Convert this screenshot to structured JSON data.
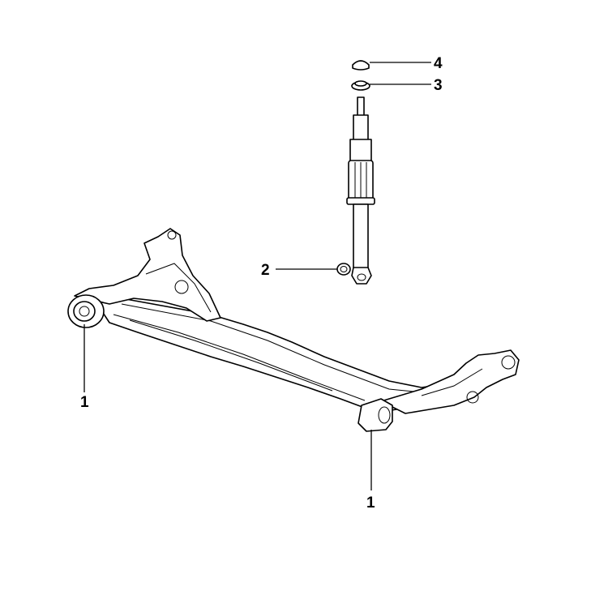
{
  "callouts": {
    "bushing_left": "1",
    "bushing_right": "1",
    "shock_lower_bushing": "2",
    "shock_mount_seat": "3",
    "shock_mount_cap": "4"
  },
  "icons": [
    "rear-beam-axle",
    "shock-absorber",
    "bushing",
    "mount-seat",
    "mount-cap"
  ]
}
